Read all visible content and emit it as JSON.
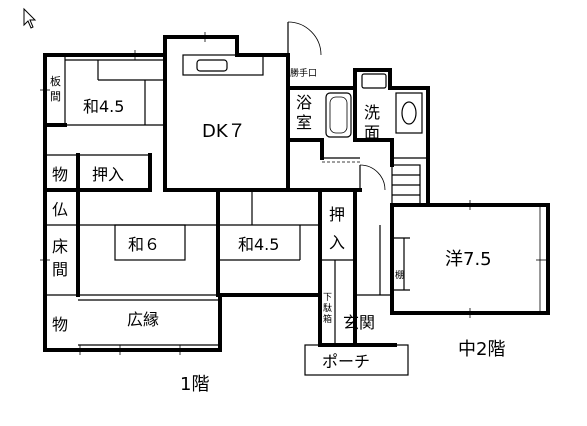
{
  "floor_plan": {
    "floors": {
      "first": "1階",
      "middle_second": "中2階"
    },
    "rooms": {
      "washitsu_45_left": "和4.5",
      "dk": "DK７",
      "katteguchi": "勝手口",
      "yokushitsu": "浴室",
      "senmen": "洗面",
      "itama": "板間",
      "mono_upper": "物",
      "oshiire_left": "押入",
      "butsu": "仏",
      "tokonoma": "床間",
      "washitsu_6": "和６",
      "washitsu_45_mid": "和4.5",
      "oshiire_mid": "押入",
      "shelf": "棚",
      "yoshitsu": "洋7.5",
      "mono_lower": "物",
      "hiroen": "広縁",
      "geta_bako": "下駄箱",
      "genkan": "玄関",
      "porch": "ポーチ"
    }
  }
}
